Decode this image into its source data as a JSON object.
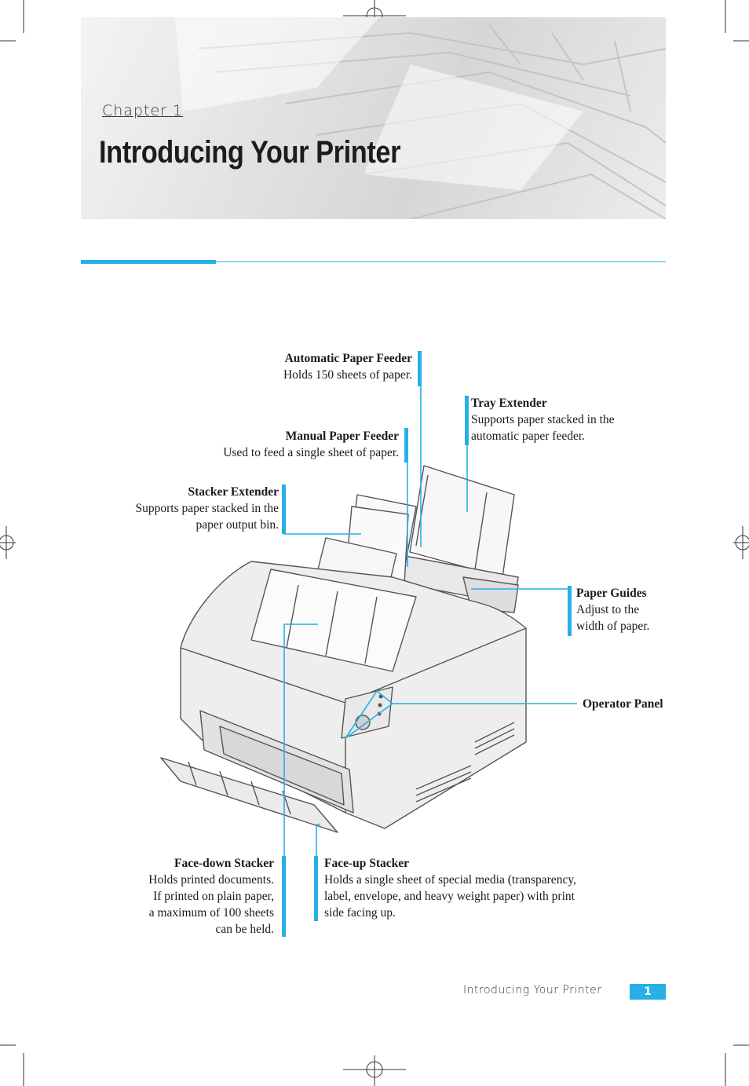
{
  "header": {
    "chapter_label": "Chapter 1",
    "title": "Introducing Your Printer"
  },
  "callouts": {
    "automatic_paper_feeder": {
      "name": "Automatic Paper Feeder",
      "desc": "Holds 150 sheets of paper."
    },
    "tray_extender": {
      "name": "Tray Extender",
      "desc_line1": "Supports paper stacked in the",
      "desc_line2": "automatic paper feeder."
    },
    "manual_paper_feeder": {
      "name": "Manual Paper Feeder",
      "desc": "Used to feed a single sheet of paper."
    },
    "stacker_extender": {
      "name": "Stacker Extender",
      "desc_line1": "Supports paper stacked in the",
      "desc_line2": "paper output bin."
    },
    "paper_guides": {
      "name": "Paper Guides",
      "desc_line1": "Adjust to the",
      "desc_line2": "width of paper."
    },
    "operator_panel": {
      "name": "Operator Panel"
    },
    "face_down_stacker": {
      "name": "Face-down Stacker",
      "desc_line1": "Holds printed documents.",
      "desc_line2": "If printed on plain paper,",
      "desc_line3": "a maximum of 100 sheets",
      "desc_line4": "can be held."
    },
    "face_up_stacker": {
      "name": "Face-up Stacker",
      "desc_line1": "Holds a single sheet of special media (transparency,",
      "desc_line2": "label, envelope, and heavy weight paper) with print",
      "desc_line3": "side facing up."
    }
  },
  "footer": {
    "running_title": "Introducing Your Printer",
    "page_number": "1"
  },
  "colors": {
    "accent": "#27b0e6",
    "text": "#1a1a1a"
  }
}
